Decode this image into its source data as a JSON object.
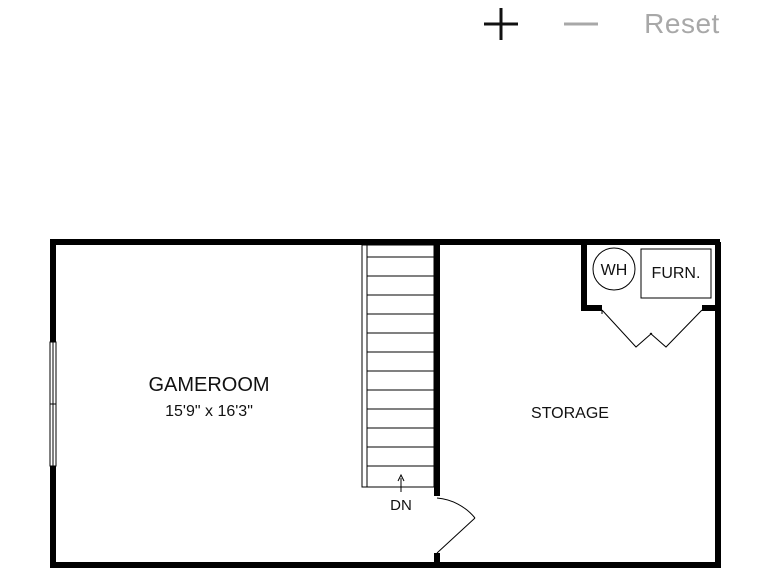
{
  "toolbar": {
    "zoom_in_icon": "plus-icon",
    "zoom_out_icon": "minus-icon",
    "reset_label": "Reset",
    "zoom_out_color": "#a8a8a8",
    "reset_color": "#a8a8a8"
  },
  "floorplan": {
    "gameroom": {
      "name": "GAMEROOM",
      "dimensions": "15'9\" x 16'3\""
    },
    "storage": {
      "name": "STORAGE"
    },
    "water_heater": "WH",
    "furnace": "FURN.",
    "stairs_label": "DN"
  }
}
